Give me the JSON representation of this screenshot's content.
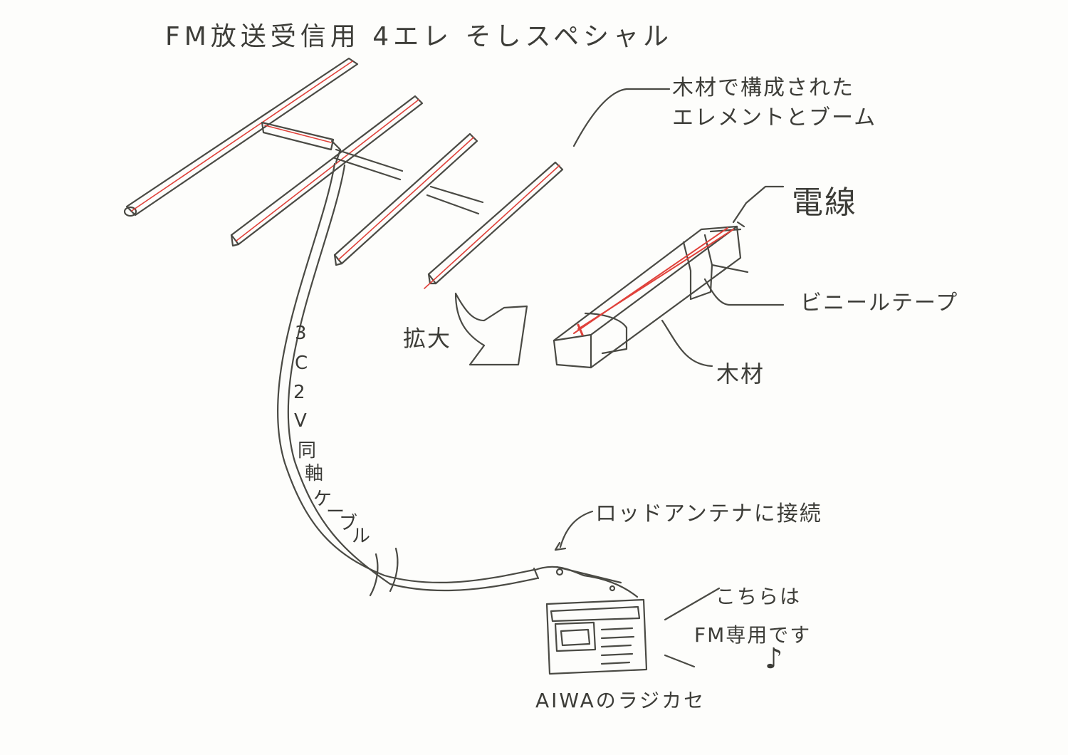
{
  "title": "FM放送受信用 4エレ そしスペシャル",
  "labels": {
    "frame_line1": "木材で構成された",
    "frame_line2": "エレメントとブーム",
    "wire": "電線",
    "vinyl_tape": "ビニールテープ",
    "wood": "木材",
    "enlarge": "拡大",
    "rod_antenna": "ロッドアンテナに接続",
    "radio_note_line1": "こちらは",
    "radio_note_line2": "FM専用です",
    "music_note": "♪",
    "radio": "AIWAのラジカセ"
  },
  "cable_label": [
    "3",
    "C",
    "2",
    "V",
    "同",
    "軸",
    "ケ",
    "ー",
    "ブ",
    "ル"
  ],
  "colors": {
    "pencil": "#4a4a44",
    "red_wire": "#e0413a",
    "paper": "#fdfdfb"
  }
}
